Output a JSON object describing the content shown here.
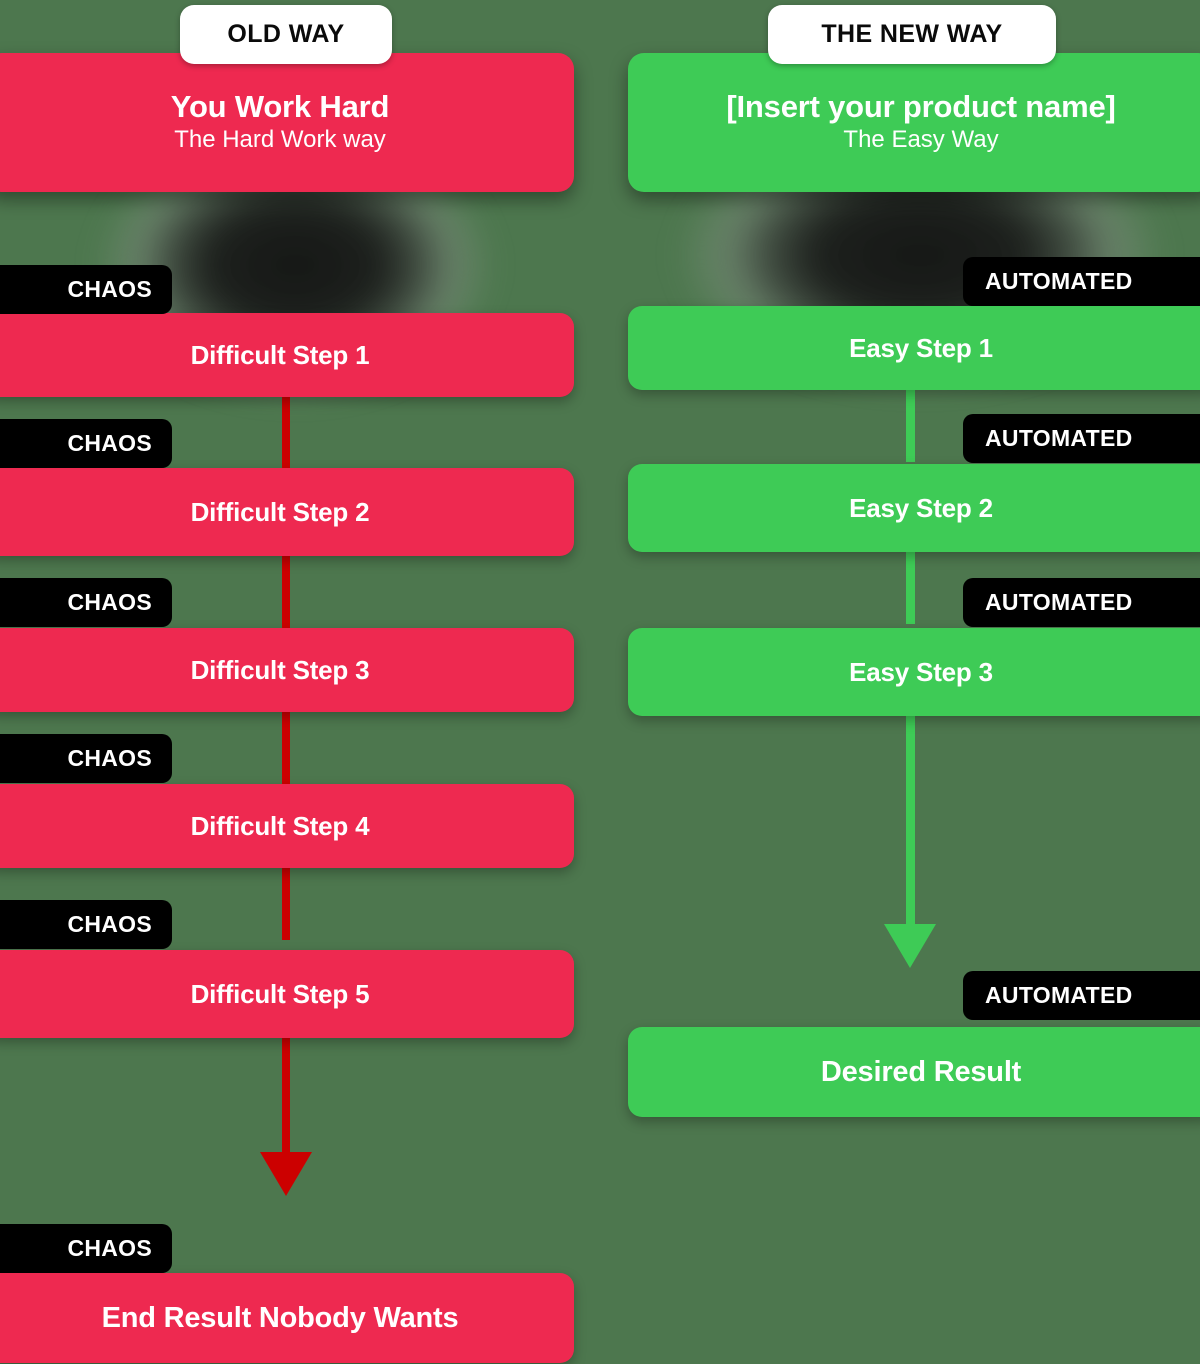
{
  "theme": {
    "background": "#4d774e",
    "red": "#ee2950",
    "green": "#3ecb56",
    "red_arrow": "#cc0000",
    "badge_bg": "#000000",
    "pill_bg": "#ffffff",
    "text_on_color": "#ffffff",
    "text_on_pill": "#0a0a0a"
  },
  "columns": {
    "old": {
      "pill_label": "OLD WAY",
      "hero_title": "You Work Hard",
      "hero_subtitle": "The Hard Work way",
      "badge_label": "CHAOS",
      "steps": [
        {
          "label": "Difficult Step 1",
          "badge": "CHAOS"
        },
        {
          "label": "Difficult Step 2",
          "badge": "CHAOS"
        },
        {
          "label": "Difficult Step 3",
          "badge": "CHAOS"
        },
        {
          "label": "Difficult Step 4",
          "badge": "CHAOS"
        },
        {
          "label": "Difficult Step 5",
          "badge": "CHAOS"
        }
      ],
      "final": {
        "label": "End Result Nobody Wants",
        "badge": "CHAOS"
      }
    },
    "new": {
      "pill_label": "THE NEW WAY",
      "hero_title": "[Insert your product name]",
      "hero_subtitle": "The Easy Way",
      "badge_label": "AUTOMATED",
      "steps": [
        {
          "label": "Easy Step 1",
          "badge": "AUTOMATED"
        },
        {
          "label": "Easy Step 2",
          "badge": "AUTOMATED"
        },
        {
          "label": "Easy Step 3",
          "badge": "AUTOMATED"
        }
      ],
      "final": {
        "label": "Desired Result",
        "badge": "AUTOMATED"
      }
    }
  }
}
